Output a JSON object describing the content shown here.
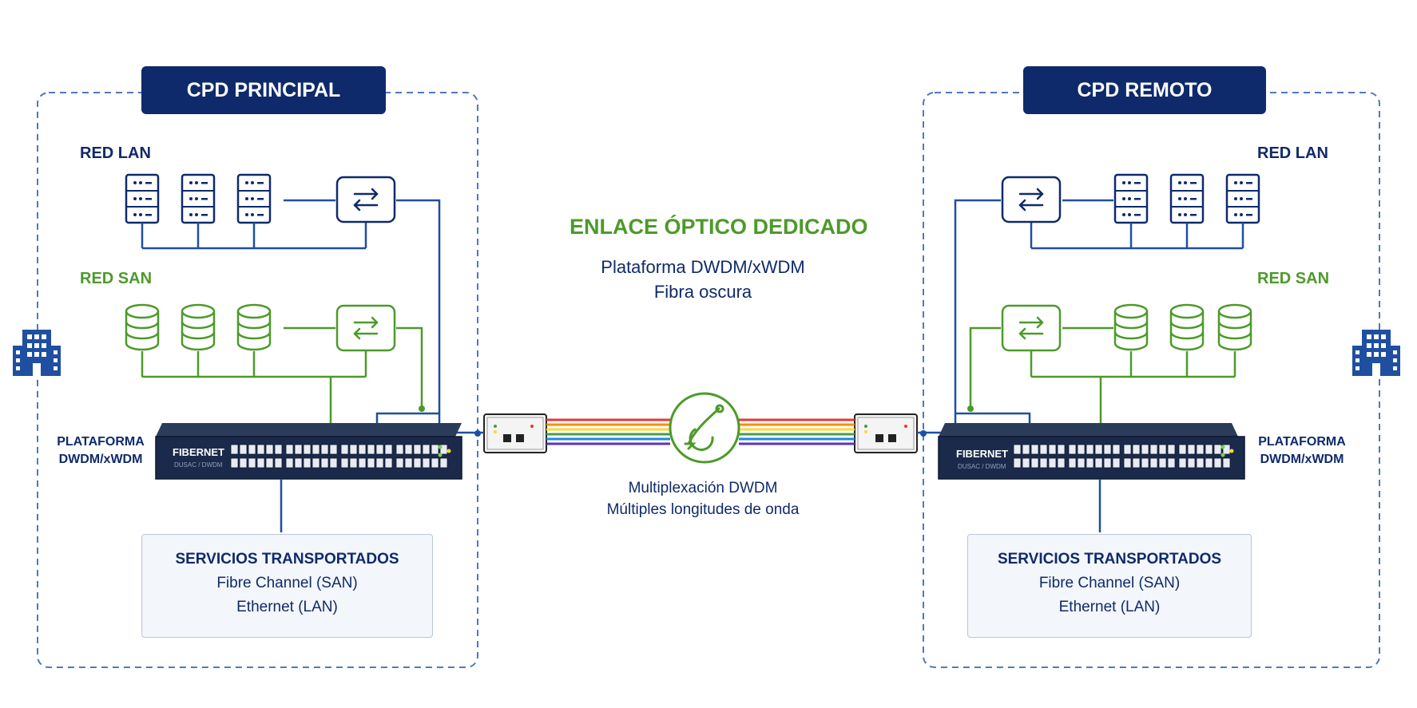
{
  "left": {
    "title": "CPD PRINCIPAL",
    "lan_label": "RED LAN",
    "san_label": "RED SAN",
    "platform_label_1": "PLATAFORMA",
    "platform_label_2": "DWDM/xWDM",
    "device_brand": "FIBERNET",
    "device_model": "DUSAC / DWDM",
    "services_title": "SERVICIOS TRANSPORTADOS",
    "services": [
      "Fibre Channel (SAN)",
      "Ethernet (LAN)"
    ]
  },
  "right": {
    "title": "CPD REMOTO",
    "lan_label": "RED LAN",
    "san_label": "RED SAN",
    "platform_label_1": "PLATAFORMA",
    "platform_label_2": "DWDM/xWDM",
    "device_brand": "FIBERNET",
    "device_model": "DUSAC / DWDM",
    "services_title": "SERVICIOS TRANSPORTADOS",
    "services": [
      "Fibre Channel (SAN)",
      "Ethernet (LAN)"
    ]
  },
  "center": {
    "title": "ENLACE ÓPTICO DEDICADO",
    "subtitle_1": "Plataforma DWDM/xWDM",
    "subtitle_2": "Fibra oscura",
    "mux_1": "Multiplexación DWDM",
    "mux_2": "Múltiples longitudes de onda"
  },
  "colors": {
    "navy": "#0f2a6b",
    "lan_blue": "#1f4fa0",
    "san_green": "#4c9a2a",
    "dashed_border": "#4f78c0",
    "wavelengths": [
      "#e53935",
      "#fb8c00",
      "#fdd835",
      "#43a047",
      "#1e88e5",
      "#5e35b1"
    ]
  },
  "icons": [
    "building-icon",
    "server-icon",
    "switch-icon",
    "database-icon",
    "fiber-link-icon",
    "mux-module-icon"
  ]
}
